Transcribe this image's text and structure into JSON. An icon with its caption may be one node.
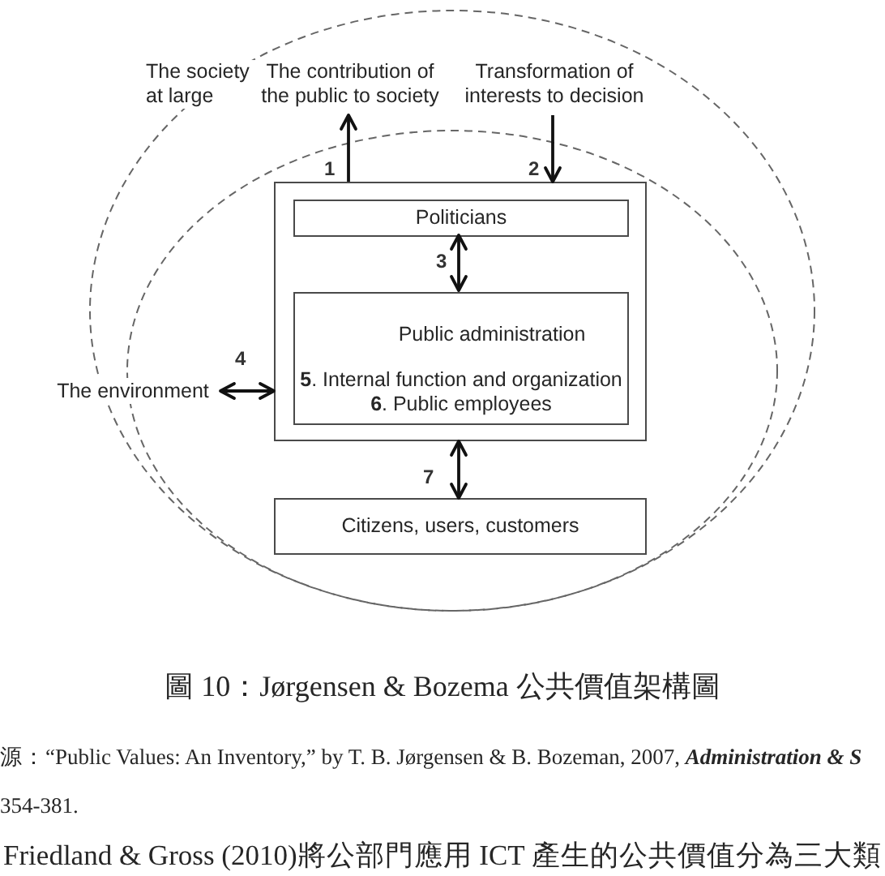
{
  "diagram": {
    "caption": "圖 10：Jørgensen & Bozema 公共價值架構圖",
    "nodes": [
      {
        "text": [
          "The society at large"
        ]
      },
      {
        "text": [],
        "shape": "ellipse",
        "in": 0
      },
      {
        "text": [
          "The contribution of the public to society"
        ],
        "in": 0
      },
      {
        "text": [
          "Transformation of interests to decision"
        ],
        "in": 0
      },
      {
        "text": [],
        "shape": "box",
        "in": 1
      },
      {
        "text": [
          "Politicians"
        ],
        "in": 4
      },
      {
        "text": [
          "Public administration",
          "**5**. Internal function and organization",
          "**6**. Public employees"
        ],
        "in": 4
      },
      {
        "text": [
          "The environment"
        ]
      },
      {
        "text": [
          "Citizens, users, customers"
        ],
        "in": 1
      }
    ],
    "edges": [
      {
        "from": 4,
        "to": 2,
        "arrow": "to",
        "label": "1"
      },
      {
        "from": 3,
        "to": 4,
        "arrow": "to",
        "label": "2"
      },
      {
        "from": 5,
        "to": 6,
        "arrow": "both",
        "label": "3"
      },
      {
        "from": 7,
        "to": 4,
        "arrow": "both",
        "label": "4"
      },
      {
        "from": 4,
        "to": 8,
        "arrow": "both",
        "label": "7"
      }
    ],
    "labels": [
      "源：“Public Values: An Inventory,” by T. B. Jørgensen & B. Bozeman, 2007, **Administration & S**",
      "354-381.",
      "Friedland & Gross (2010)將公部門應用 ICT 產生的公共價值分為三大類"
    ]
  }
}
